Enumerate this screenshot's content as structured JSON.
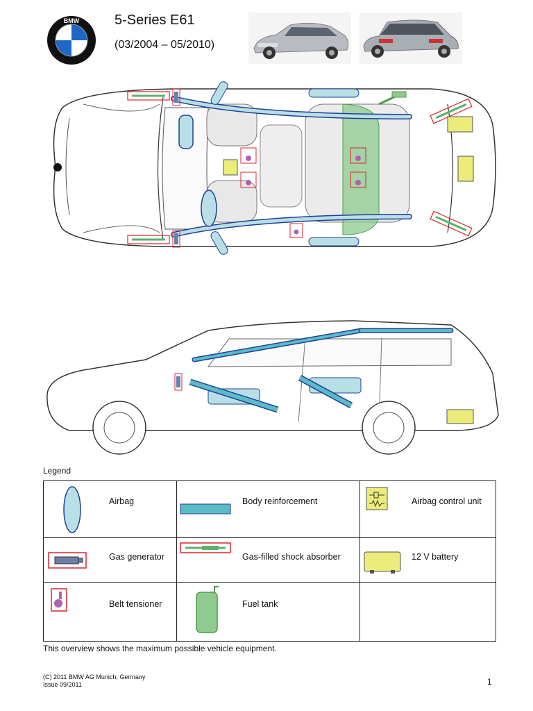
{
  "header": {
    "logo_text": "BMW",
    "title": "5-Series E61",
    "subtitle": "(03/2004 – 05/2010)"
  },
  "legend": {
    "label": "Legend",
    "items": [
      {
        "label": "Airbag",
        "icon": "airbag-icon"
      },
      {
        "label": "Body reinforcement",
        "icon": "body-reinforcement-icon"
      },
      {
        "label": "Airbag control unit",
        "icon": "airbag-control-unit-icon"
      },
      {
        "label": "Gas generator",
        "icon": "gas-generator-icon"
      },
      {
        "label": "Gas-filled shock absorber",
        "icon": "gas-shock-absorber-icon"
      },
      {
        "label": "12 V battery",
        "icon": "battery-icon"
      },
      {
        "label": "Belt tensioner",
        "icon": "belt-tensioner-icon"
      },
      {
        "label": "Fuel tank",
        "icon": "fuel-tank-icon"
      }
    ]
  },
  "note": "This overview shows the maximum possible vehicle equipment.",
  "footer": {
    "copyright": "(C) 2011 BMW AG Munich, Germany",
    "issue": "Issue 09/2011",
    "page": "1"
  },
  "colors": {
    "airbag_fill": "#b9dfe6",
    "airbag_stroke": "#1f3f9a",
    "reinforcement": "#5bbcc8",
    "marker_red": "#d8262e",
    "battery": "#ecec7a",
    "fuel_tank": "#8fcb8f",
    "belt": "#b061b0"
  }
}
